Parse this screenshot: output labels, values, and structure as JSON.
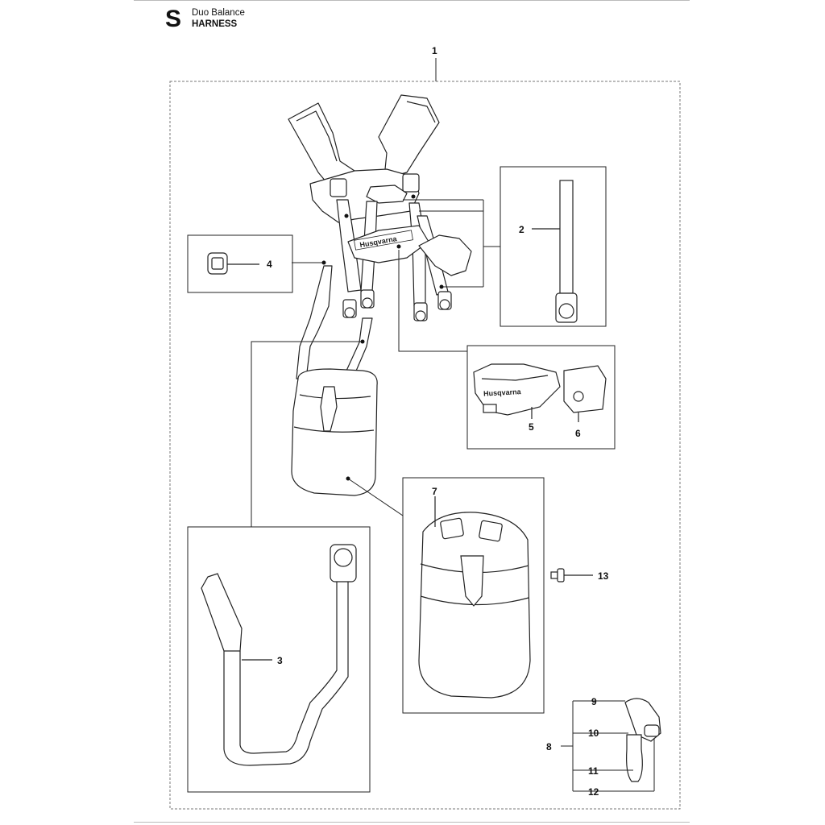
{
  "header": {
    "section_letter": "S",
    "title_line1": "Duo Balance",
    "title_line2": "HARNESS"
  },
  "brand_logo_text": "Husqvarna",
  "callouts": [
    "1",
    "2",
    "3",
    "4",
    "5",
    "6",
    "7",
    "8",
    "9",
    "10",
    "11",
    "12",
    "13"
  ]
}
